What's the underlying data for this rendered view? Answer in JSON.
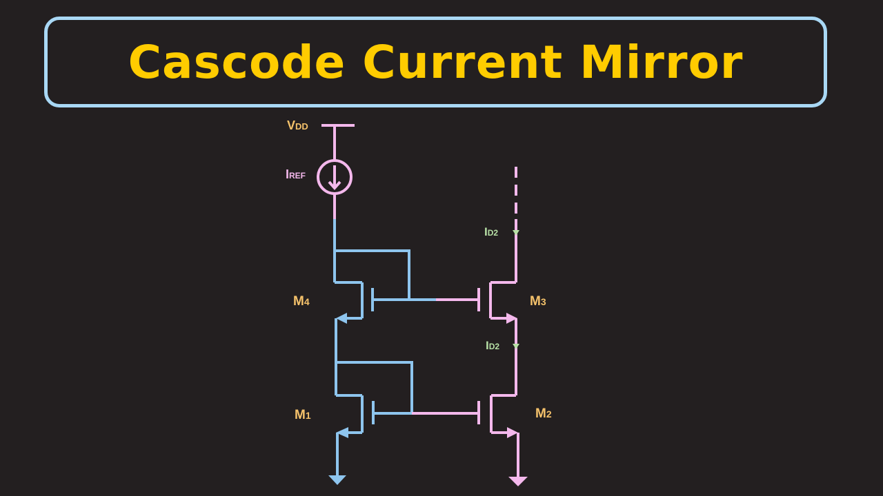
{
  "title": "Cascode Current Mirror",
  "labels": {
    "vdd_main": "V",
    "vdd_sub": "DD",
    "iref_main": "I",
    "iref_sub": "REF",
    "id2_top_main": "I",
    "id2_top_sub": "D2",
    "id2_mid_main": "I",
    "id2_mid_sub": "D2",
    "m4_main": "M",
    "m4_sub": "4",
    "m3_main": "M",
    "m3_sub": "3",
    "m1_main": "M",
    "m1_sub": "1",
    "m2_main": "M",
    "m2_sub": "2"
  },
  "colors": {
    "background": "#231f20",
    "title_border": "#a9d8f5",
    "title_text": "#ffcc00",
    "left_branch": "#8ec5ee",
    "right_branch": "#f4b8ec",
    "label_yellow": "#f5c26b",
    "label_pink": "#f4b8ec",
    "label_green": "#b7e0a6"
  }
}
